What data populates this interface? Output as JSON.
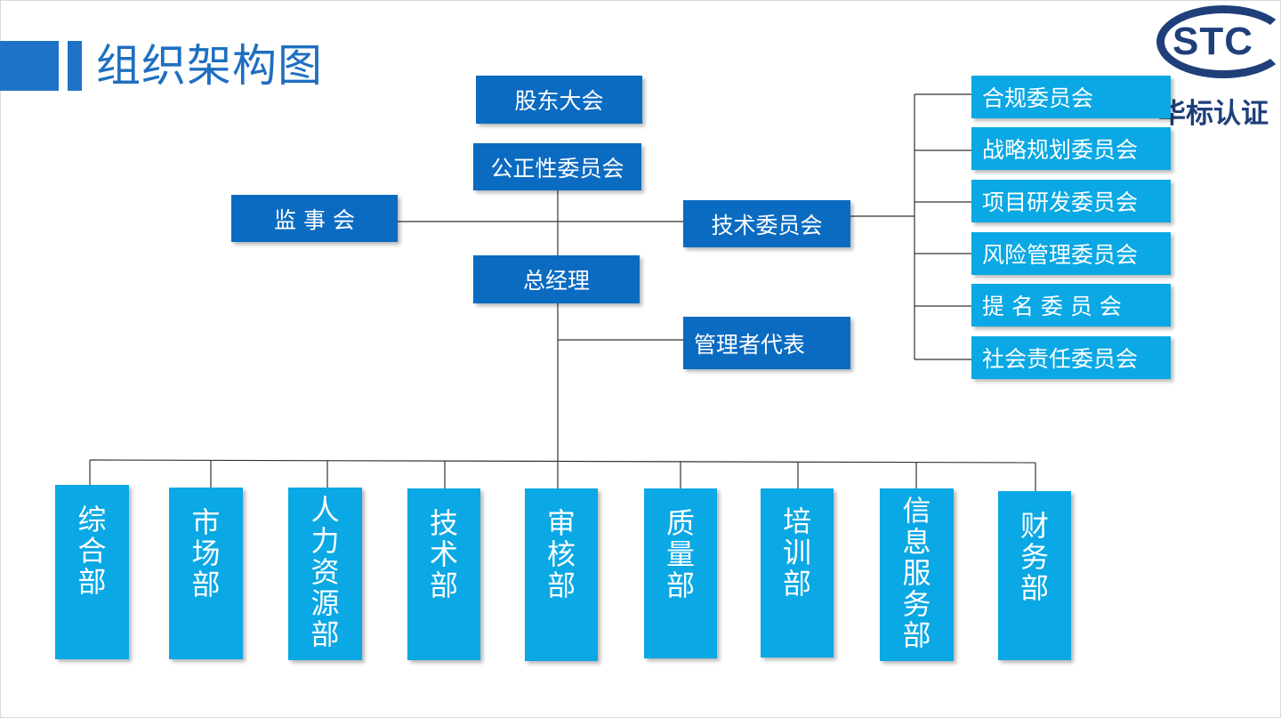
{
  "title": "组织架构图",
  "logo": {
    "mark": "STC",
    "sub": "华标认证"
  },
  "nodes": {
    "shareholders": "股东大会",
    "impartiality": "公正性委员会",
    "supervisory": "监 事 会",
    "technical_committee": "技术委员会",
    "general_manager": "总经理",
    "management_rep": "管理者代表"
  },
  "committees": [
    "合规委员会",
    "战略规划委员会",
    "项目研发委员会",
    "风险管理委员会",
    "提 名 委 员 会",
    "社会责任委员会"
  ],
  "departments": [
    [
      "综",
      "合",
      "部"
    ],
    [
      "市",
      "场",
      "部"
    ],
    [
      "人",
      "力",
      "资",
      "源",
      "部"
    ],
    [
      "技",
      "术",
      "部"
    ],
    [
      "审",
      "核",
      "部"
    ],
    [
      "质",
      "量",
      "部"
    ],
    [
      "培",
      "训",
      "部"
    ],
    [
      "信",
      "息",
      "服",
      "务",
      "部"
    ],
    [
      "财",
      "务",
      "部"
    ]
  ],
  "colors": {
    "dark_box": "#0b6bc1",
    "light_box": "#0aa8e4",
    "title": "#1f6fc0",
    "logo": "#1f3f7a",
    "line": "#333333"
  }
}
